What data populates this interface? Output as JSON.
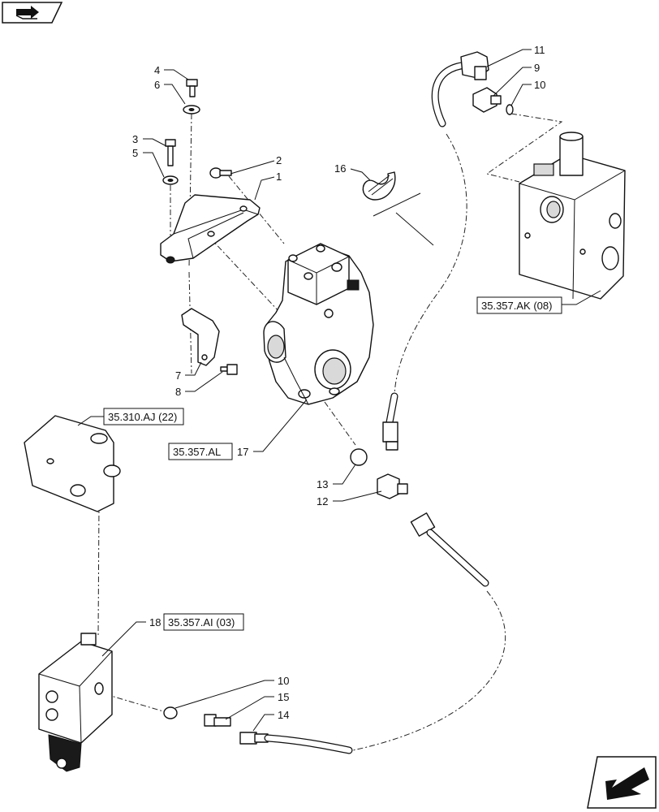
{
  "callouts": {
    "c1": "1",
    "c2": "2",
    "c3": "3",
    "c4": "4",
    "c5": "5",
    "c6": "6",
    "c7": "7",
    "c8": "8",
    "c9": "9",
    "c10a": "10",
    "c10b": "10",
    "c11": "11",
    "c12": "12",
    "c13": "13",
    "c14": "14",
    "c15": "15",
    "c16": "16",
    "c17": "17",
    "c18": "18"
  },
  "references": {
    "ref_ak": "35.357.AK (08)",
    "ref_aj": "35.310.AJ (22)",
    "ref_al": "35.357.AL",
    "ref_ai": "35.357.AI (03)"
  },
  "icons": {
    "top_left": "book-arrow-icon",
    "bottom_right": "navigate-arrow-icon"
  }
}
